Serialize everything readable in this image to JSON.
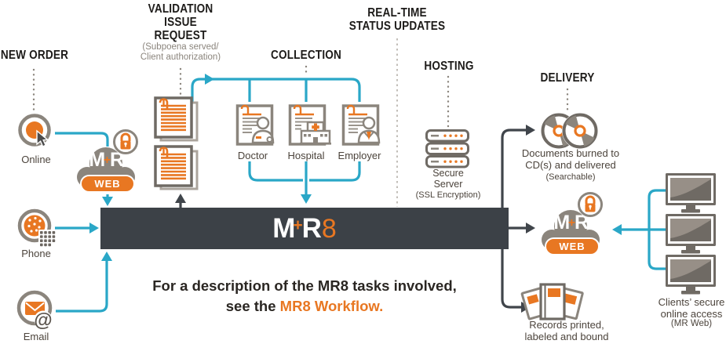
{
  "colors": {
    "orange": "#E87722",
    "teal": "#2AA7C7",
    "bar_dark": "#3C4147",
    "icon_gray": "#8B857D",
    "ink": "#1D1B19"
  },
  "headers": {
    "new_order": "NEW ORDER",
    "validation_title": "VALIDATION\nISSUE\nREQUEST",
    "validation_sub": "(Subpoena served/\nClient authorization)",
    "collection": "COLLECTION",
    "realtime": "REAL-TIME\nSTATUS UPDATES",
    "hosting": "HOSTING",
    "delivery": "DELIVERY"
  },
  "sources": {
    "online": "Online",
    "phone": "Phone",
    "email": "Email"
  },
  "cloud": {
    "m": "M",
    "plus": "+",
    "r": "R",
    "web": "WEB"
  },
  "collection": {
    "doctor": "Doctor",
    "hospital": "Hospital",
    "employer": "Employer"
  },
  "hosting": {
    "label": "Secure\nServer",
    "sub": "(SSL Encryption)"
  },
  "delivery": {
    "cd_caption": "Documents burned to\nCD(s) and delivered",
    "cd_sub": "(Searchable)",
    "records_caption": "Records printed,\nlabeled and bound",
    "clients_caption": "Clients’ secure\nonline access",
    "clients_sub": "(MR Web)"
  },
  "bar": {
    "logo_m": "M",
    "logo_plus": "+",
    "logo_r": "R",
    "logo_8": "8"
  },
  "icons": {
    "email_at": "@"
  },
  "footer": {
    "line1": "For a description of the MR8 tasks involved,",
    "line2_prefix": "see the ",
    "line2_link": "MR8 Workflow."
  }
}
